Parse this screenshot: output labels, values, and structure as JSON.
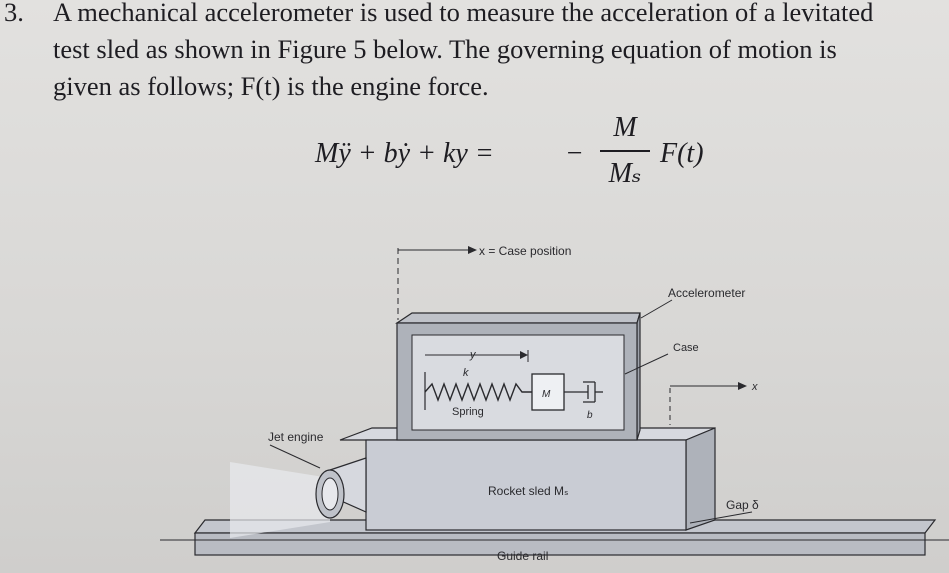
{
  "problem": {
    "number": "3.",
    "lines": [
      "A mechanical accelerometer is used to measure the acceleration of a levitated",
      "test sled as shown in Figure 5 below.  The governing equation of motion is",
      "given as follows; F(t) is the engine force."
    ]
  },
  "equation": {
    "lhs": "Mÿ + bẏ + ky =",
    "minus": "−",
    "numerator": "M",
    "denominator": "Mₛ",
    "rhs": "F(t)"
  },
  "figure": {
    "labels": {
      "case_position": "x = Case position",
      "accelerometer": "Accelerometer",
      "case": "Case",
      "y": "y",
      "k": "k",
      "mass": "M",
      "spring": "Spring",
      "damper": "b",
      "x_axis": "x",
      "jet_engine": "Jet engine",
      "rocket_sled": "Rocket sled Mₛ",
      "gap": "Gap δ",
      "guide_rail": "Guide rail"
    }
  },
  "colors": {
    "ink": "#1e1d22",
    "sled_fill": "#c9ccd4",
    "case_fill": "#aeb2ba",
    "rail_fill": "#b9bcc3"
  }
}
